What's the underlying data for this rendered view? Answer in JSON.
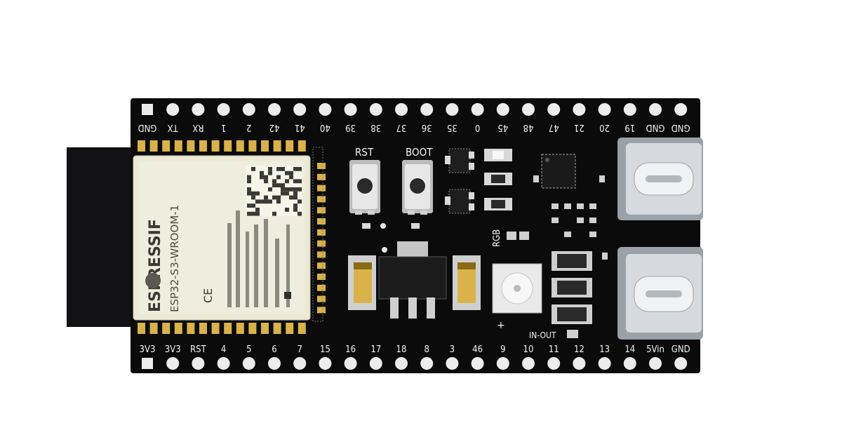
{
  "board": {
    "pcb_color": "#0b0b0c",
    "silkscreen_color": "#f4f4f4",
    "pad_color": "#ececec",
    "gold_color": "#d9b24a",
    "top_header": [
      "GND",
      "TX",
      "RX",
      "1",
      "2",
      "42",
      "41",
      "40",
      "39",
      "38",
      "37",
      "36",
      "35",
      "0",
      "45",
      "48",
      "47",
      "21",
      "20",
      "19",
      "GND",
      "GND"
    ],
    "bottom_header": [
      "3V3",
      "3V3",
      "RST",
      "4",
      "5",
      "6",
      "7",
      "15",
      "16",
      "17",
      "18",
      "8",
      "3",
      "46",
      "9",
      "10",
      "11",
      "12",
      "13",
      "14",
      "5Vin",
      "GND"
    ],
    "module": {
      "brand": "ESPRESSIF",
      "model": "ESP32-S3-WROOM-1",
      "mark": "CE"
    },
    "buttons": [
      {
        "label": "RST"
      },
      {
        "label": "BOOT"
      }
    ],
    "led_label": "RGB",
    "usb_label": "IN-OUT"
  }
}
